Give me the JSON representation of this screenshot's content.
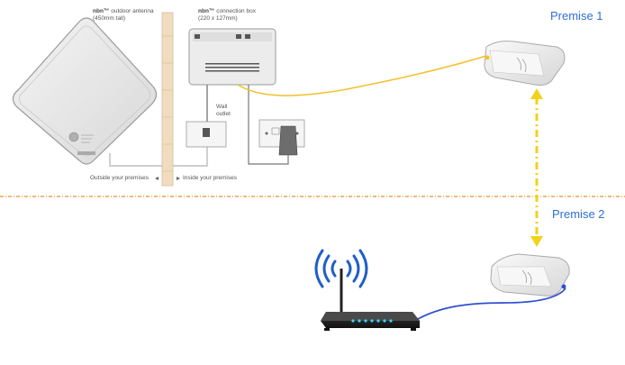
{
  "colors": {
    "premise_label": "#2f6fd6",
    "divider": "#f0a050",
    "yellow_cable": "#f2c12e",
    "blue_cable": "#2e4fd0",
    "wifi_waves": "#1e5fc8",
    "link_arrow": "#f2d21a"
  },
  "labels": {
    "antenna_brand": "nbn™",
    "antenna_desc": " outdoor antenna",
    "antenna_size": "(450mm tall)",
    "box_brand": "nbn™",
    "box_desc": " connection box",
    "box_size": "(220 x 127mm)",
    "wall_outlet_line1": "Wall",
    "wall_outlet_line2": "outlet",
    "outside": "Outside your premises",
    "inside": "Inside your premises",
    "premise1": "Premise 1",
    "premise2": "Premise 2"
  },
  "icons": [
    "outdoor-antenna-icon",
    "connection-box-icon",
    "wall-outlet-icon",
    "power-outlet-icon",
    "power-adapter-icon",
    "wireless-bridge-icon",
    "wifi-signal-icon",
    "router-icon"
  ]
}
